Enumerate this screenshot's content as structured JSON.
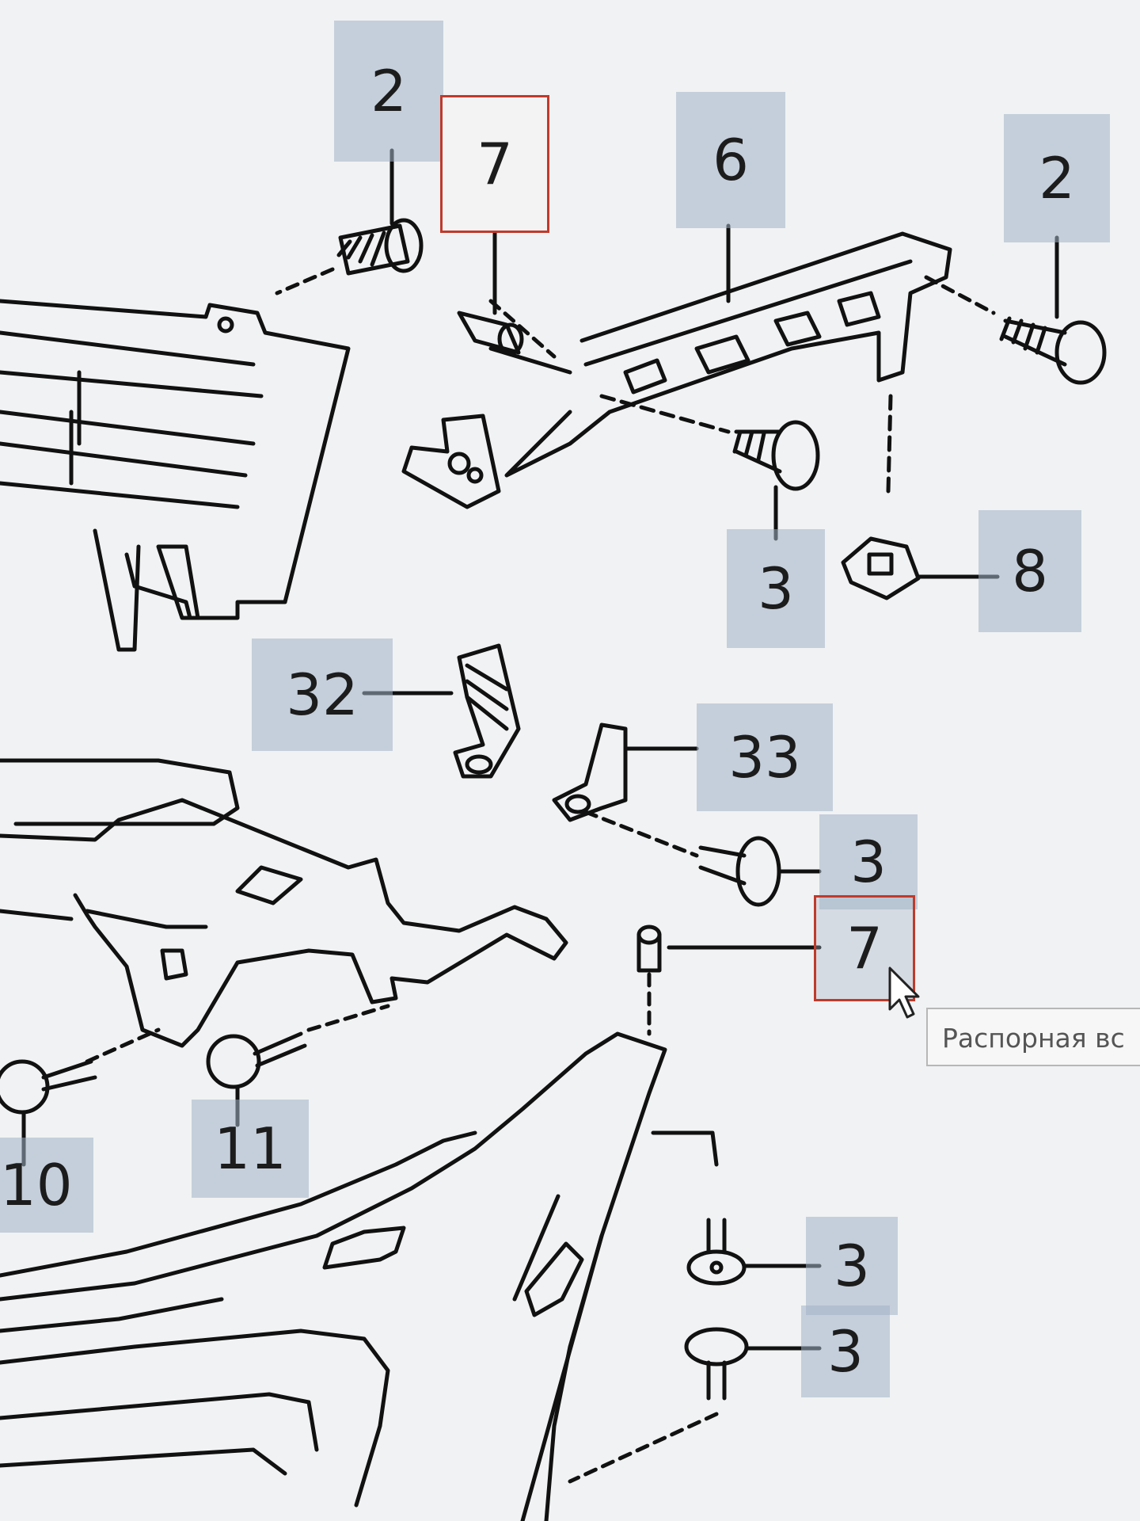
{
  "callouts": {
    "c2_top": "2",
    "c7_top": "7",
    "c6": "6",
    "c2_right": "2",
    "c3_mid": "3",
    "c8": "8",
    "c32": "32",
    "c33": "33",
    "c3_b": "3",
    "c7_selected": "7",
    "c11": "11",
    "c10": "10",
    "c3_c": "3",
    "c3_d": "3"
  },
  "tooltip": {
    "text": "Распорная вс"
  },
  "colors": {
    "callout_bg": "#a0b2c6",
    "highlight_border": "#c03a2b",
    "line": "#111111"
  },
  "cursor": {
    "icon": "arrow-pointer-icon"
  }
}
